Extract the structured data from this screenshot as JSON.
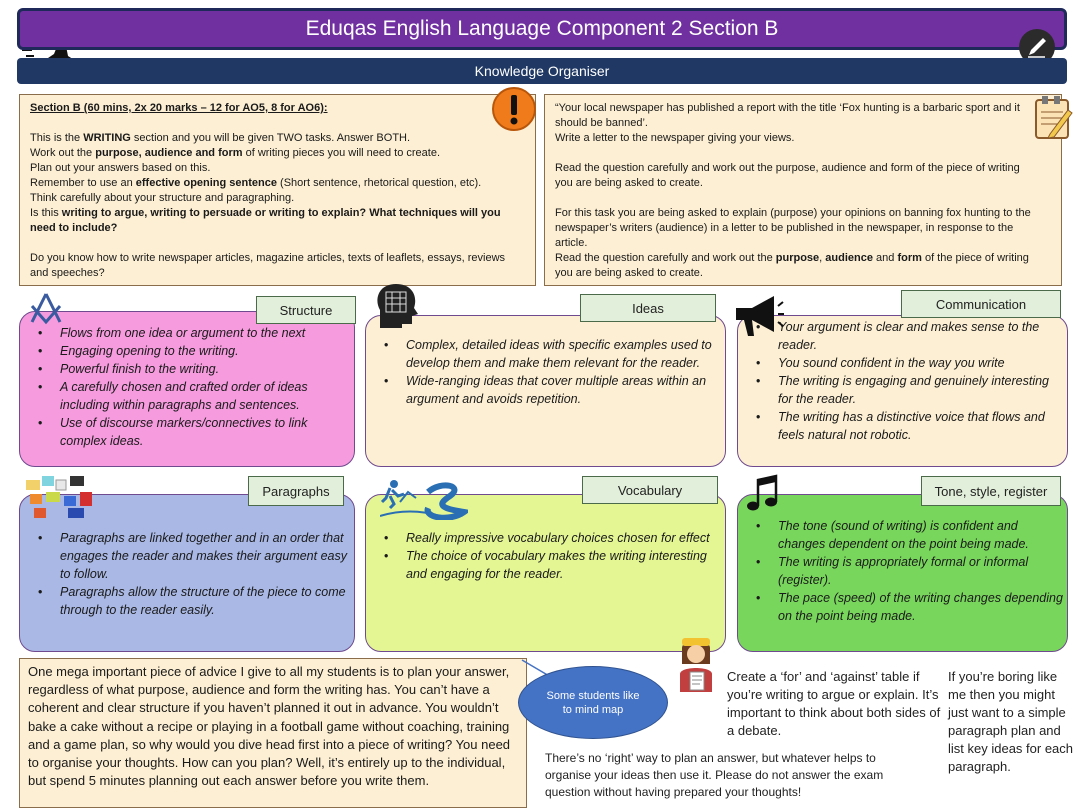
{
  "header": {
    "title": "Eduqas English Language Component 2 Section B",
    "subtitle": "Knowledge Organiser"
  },
  "section_b": {
    "heading": "Section B (60 mins, 2x 20 marks – 12 for AO5, 8 for AO6):",
    "intro_1": "This is the ",
    "intro_bold": "WRITING",
    "intro_2": " section and you will be  given TWO tasks. Answer BOTH.",
    "work_1": "Work out the ",
    "work_bold": "purpose, audience and form",
    "work_2": " of writing pieces you will need to create.",
    "plan": "Plan out your answers based on this.",
    "remember_1": "Remember to use an ",
    "remember_bold": "effective opening sentence",
    "remember_2": " (Short sentence, rhetorical question, etc).",
    "think": "Think carefully about your structure and paragraphing.",
    "isthis_1": "Is this ",
    "isthis_bold": "writing to argue, writing to persuade or writing to explain? What  techniques will you need to include?",
    "doyou": "Do you know how to write newspaper articles, magazine articles, texts of leaflets, essays, reviews and speeches?"
  },
  "task": {
    "quote": "“Your local newspaper has published a report with the title ‘Fox hunting is a barbaric sport and it should be banned’.",
    "instruction": "Write a letter to the newspaper giving your views.",
    "read_1": "Read the question carefully and work out the purpose, audience and form of the piece of writing you are being asked to create.",
    "explain": "For this task you are being asked to explain (purpose) your opinions on banning fox hunting to the newspaper’s writers (audience) in a letter to be published in the newspaper, in response to the article.",
    "read_2a": "Read the question carefully and work out the ",
    "read_2b1": "purpose",
    "read_2c": ", ",
    "read_2b2": "audience",
    "read_2d": " and ",
    "read_2b3": "form",
    "read_2e": " of the piece of writing you are being asked to create."
  },
  "panels": {
    "structure": {
      "label": "Structure",
      "items": [
        "Flows from one idea or argument to the next",
        "Engaging opening to the writing.",
        "Powerful finish to the writing.",
        "A carefully chosen and crafted order of ideas including within paragraphs and sentences.",
        "Use of discourse markers/connectives  to link complex ideas."
      ]
    },
    "ideas": {
      "label": "Ideas",
      "items": [
        "Complex, detailed ideas with specific examples used to develop them and make them relevant for the reader.",
        "Wide-ranging ideas that cover multiple areas within an argument and avoids repetition."
      ]
    },
    "communication": {
      "label": "Communication",
      "items": [
        "Your argument is clear and makes sense to the reader.",
        "You sound confident in the way you write",
        "The writing is engaging and genuinely interesting for the reader.",
        "The writing has a distinctive voice that flows and feels natural not robotic."
      ]
    },
    "paragraphs": {
      "label": "Paragraphs",
      "items": [
        "Paragraphs are linked together and in an order that engages the reader and makes their argument easy to follow.",
        "Paragraphs allow the structure of the piece to come through to the reader easily."
      ]
    },
    "vocabulary": {
      "label": "Vocabulary",
      "items": [
        "Really impressive vocabulary choices chosen for effect",
        "The choice of vocabulary makes the writing interesting  and engaging for the reader."
      ]
    },
    "tone": {
      "label": "Tone, style, register",
      "items": [
        "The tone (sound of writing) is confident and changes dependent on the point being made.",
        "The writing is appropriately formal or informal (register).",
        "The pace (speed) of the writing changes depending on the point being made."
      ]
    }
  },
  "advice": "One mega  important piece of advice I give to all my students is to plan your answer, regardless of what purpose, audience and form the  writing has. You can’t have a coherent and clear structure if you haven’t planned it out in advance. You wouldn’t bake a cake without a recipe or playing in a football game without coaching, training and a game plan, so why would you dive head first into a piece of writing? You need to organise your thoughts. How can you plan? Well, it’s entirely up to the  individual, but spend 5 minutes planning out each answer before you write them.",
  "mind_map": "Some students like to mind map",
  "for_against": "Create a ‘for’ and ‘against’ table if you’re writing to argue or explain. It’s important to think about both sides of a debate.",
  "boring": "If you’re boring like me then you might just want to a simple paragraph plan and list key ideas for each paragraph.",
  "no_right_way": "There’s no ‘right’ way to plan an answer, but whatever helps to organise your ideas then use it. Please do not answer the exam question without having prepared your thoughts!",
  "icons": [
    "runner-icon",
    "pen-icon",
    "exclamation-icon",
    "notepad-icon",
    "masonic-icon",
    "head-icon",
    "megaphone-icon",
    "blocks-icon",
    "success-icon",
    "music-note-icon",
    "teacher-icon"
  ],
  "colors": {
    "title_bg": "#7030a0",
    "subtitle_bg": "#1f3864",
    "info_bg": "#fdefd3",
    "structure_bg": "#f59bde",
    "ideas_bg": "#fdefd3",
    "communication_bg": "#fdefd3",
    "paragraphs_bg": "#a9b8e4",
    "vocabulary_bg": "#e4f694",
    "tone_bg": "#79d65d",
    "oval_bg": "#4472c4"
  }
}
